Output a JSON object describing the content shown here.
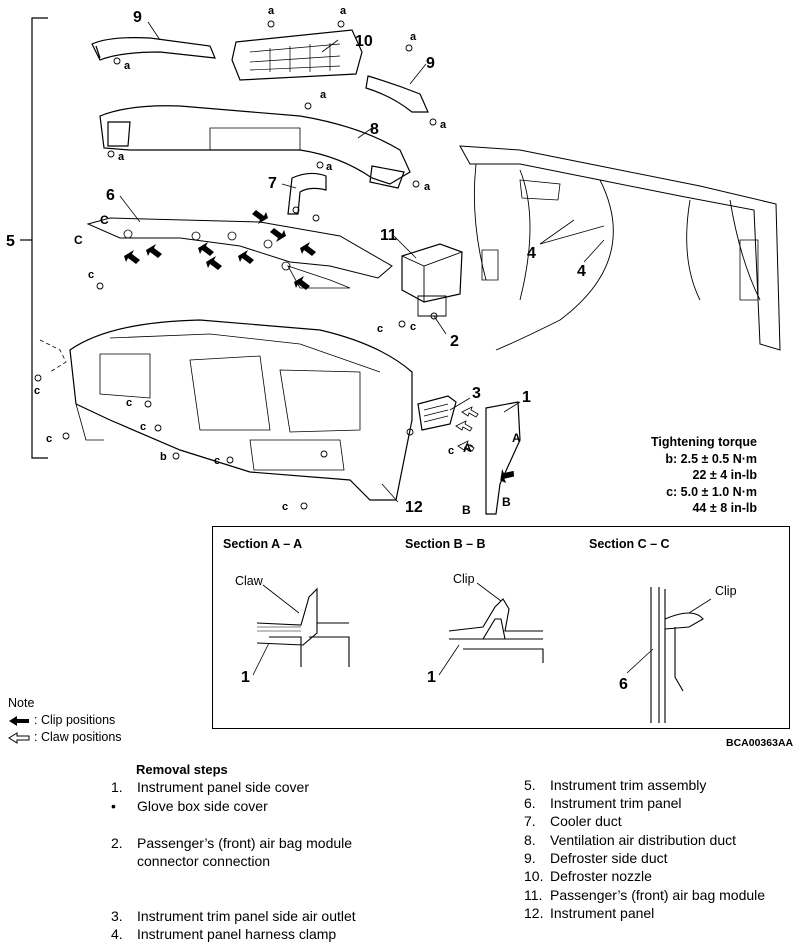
{
  "callouts": {
    "n1": "1",
    "n2": "2",
    "n3": "3",
    "n4a": "4",
    "n4b": "4",
    "n5": "5",
    "n6": "6",
    "n7": "7",
    "n8": "8",
    "n9a": "9",
    "n9b": "9",
    "n10": "10",
    "n11": "11",
    "n12": "12"
  },
  "fastener_letters": {
    "a": "a",
    "b": "b",
    "c": "c",
    "C": "C"
  },
  "section_letters": {
    "A": "A",
    "B": "B"
  },
  "torque": {
    "title": "Tightening torque",
    "b_line1": "b: 2.5 ± 0.5 N·m",
    "b_line2": "22 ± 4 in-lb",
    "c_line1": "c: 5.0 ± 1.0 N·m",
    "c_line2": "44 ± 8 in-lb"
  },
  "sections": {
    "aa": {
      "title": "Section A – A",
      "callout": "Claw",
      "part": "1"
    },
    "bb": {
      "title": "Section B – B",
      "callout": "Clip",
      "part": "1"
    },
    "cc": {
      "title": "Section C – C",
      "callout": "Clip",
      "part": "6"
    }
  },
  "note": {
    "title": "Note",
    "clip_label": ": Clip positions",
    "claw_label": ": Claw positions"
  },
  "figure_code": "BCA00363AA",
  "removal": {
    "title": "Removal steps",
    "left": [
      {
        "n": "1.",
        "text": "Instrument panel side cover"
      },
      {
        "n": "•",
        "text": "Glove box side cover"
      },
      {
        "n": "2.",
        "text": "Passenger’s (front) air bag module",
        "text2": "connector connection"
      },
      {
        "n": "3.",
        "text": "Instrument trim panel side air outlet"
      },
      {
        "n": "4.",
        "text": "Instrument panel harness clamp"
      }
    ],
    "right": [
      {
        "n": "5.",
        "text": "Instrument trim assembly"
      },
      {
        "n": "6.",
        "text": "Instrument trim panel"
      },
      {
        "n": "7.",
        "text": "Cooler duct"
      },
      {
        "n": "8.",
        "text": "Ventilation air distribution duct"
      },
      {
        "n": "9.",
        "text": "Defroster side duct"
      },
      {
        "n": "10.",
        "text": "Defroster nozzle"
      },
      {
        "n": "11.",
        "text": "Passenger’s (front) air bag module"
      },
      {
        "n": "12.",
        "text": "Instrument panel"
      }
    ]
  }
}
